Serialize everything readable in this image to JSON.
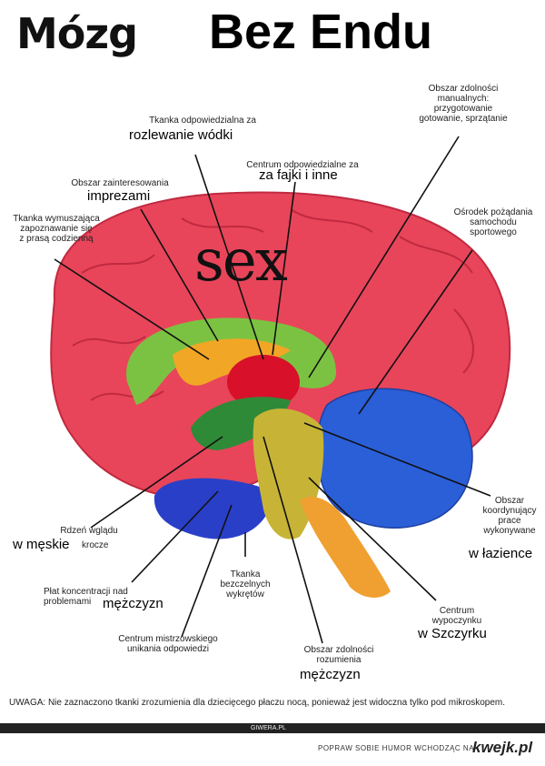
{
  "header": {
    "title_left": "Mózg",
    "title_right": "Bez Endu"
  },
  "center_word": "sex",
  "labels": {
    "l1": {
      "line1": "Tkanka odpowiedzialna za",
      "override": "rozlewanie wódki"
    },
    "l2": {
      "line1": "Centrum odpowiedzialne za",
      "override": "za fajki i inne"
    },
    "l3": {
      "line1": "Obszar zainteresowania",
      "override": "imprezami"
    },
    "l4": {
      "line1": "Tkanka wymuszająca",
      "line2": "zapoznawanie się",
      "line3": "z prasą codzienną"
    },
    "l5": {
      "line1": "Obszar zdolności",
      "line2": "manualnych:",
      "line3": "przygotowanie",
      "line4": "gotowanie, sprzątanie"
    },
    "l6": {
      "line1": "Ośrodek pożądania",
      "line2": "samochodu",
      "line3": "sportowego"
    },
    "l7": {
      "line1": "Rdzeń wglądu",
      "override": "w męskie",
      "tail": "krocze"
    },
    "l8": {
      "line1": "Obszar",
      "line2": "koordynujący",
      "line3": "prace",
      "line4": "wykonywane",
      "override": "w łazience"
    },
    "l9": {
      "line1": "Płat koncentracji nad",
      "line2": "problemami",
      "override": "mężczyzn"
    },
    "l10": {
      "line1": "Tkanka",
      "line2": "bezczelnych",
      "line3": "wykrętów"
    },
    "l11": {
      "line1": "Centrum",
      "line2": "wypoczynku",
      "override": "w Szczyrku"
    },
    "l12": {
      "line1": "Centrum mistrzowskiego",
      "line2": "unikania odpowiedzi"
    },
    "l13": {
      "line1": "Obszar zdolności",
      "line2": "rozumienia",
      "override": "mężczyzn"
    }
  },
  "note": "UWAGA: Nie zaznaczono tkanki zrozumienia dla dziecięcego płaczu nocą, ponieważ jest widoczna tylko pod mikroskopem.",
  "bar_text": "GIWERA.PL",
  "footer": {
    "text": "POPRAW SOBIE HUMOR WCHODZĄC NA",
    "brand": "kwejk.pl"
  },
  "colors": {
    "cortex": "#e8455a",
    "cortex_dark": "#c02a40",
    "limbic_green": "#7cc242",
    "orange": "#f2a626",
    "red_core": "#d8102a",
    "cerebellum_blue": "#2a5fd8",
    "blue_lower": "#2a3fc8",
    "brainstem_yellow": "#c7b436",
    "stem_orange": "#f0a030"
  }
}
